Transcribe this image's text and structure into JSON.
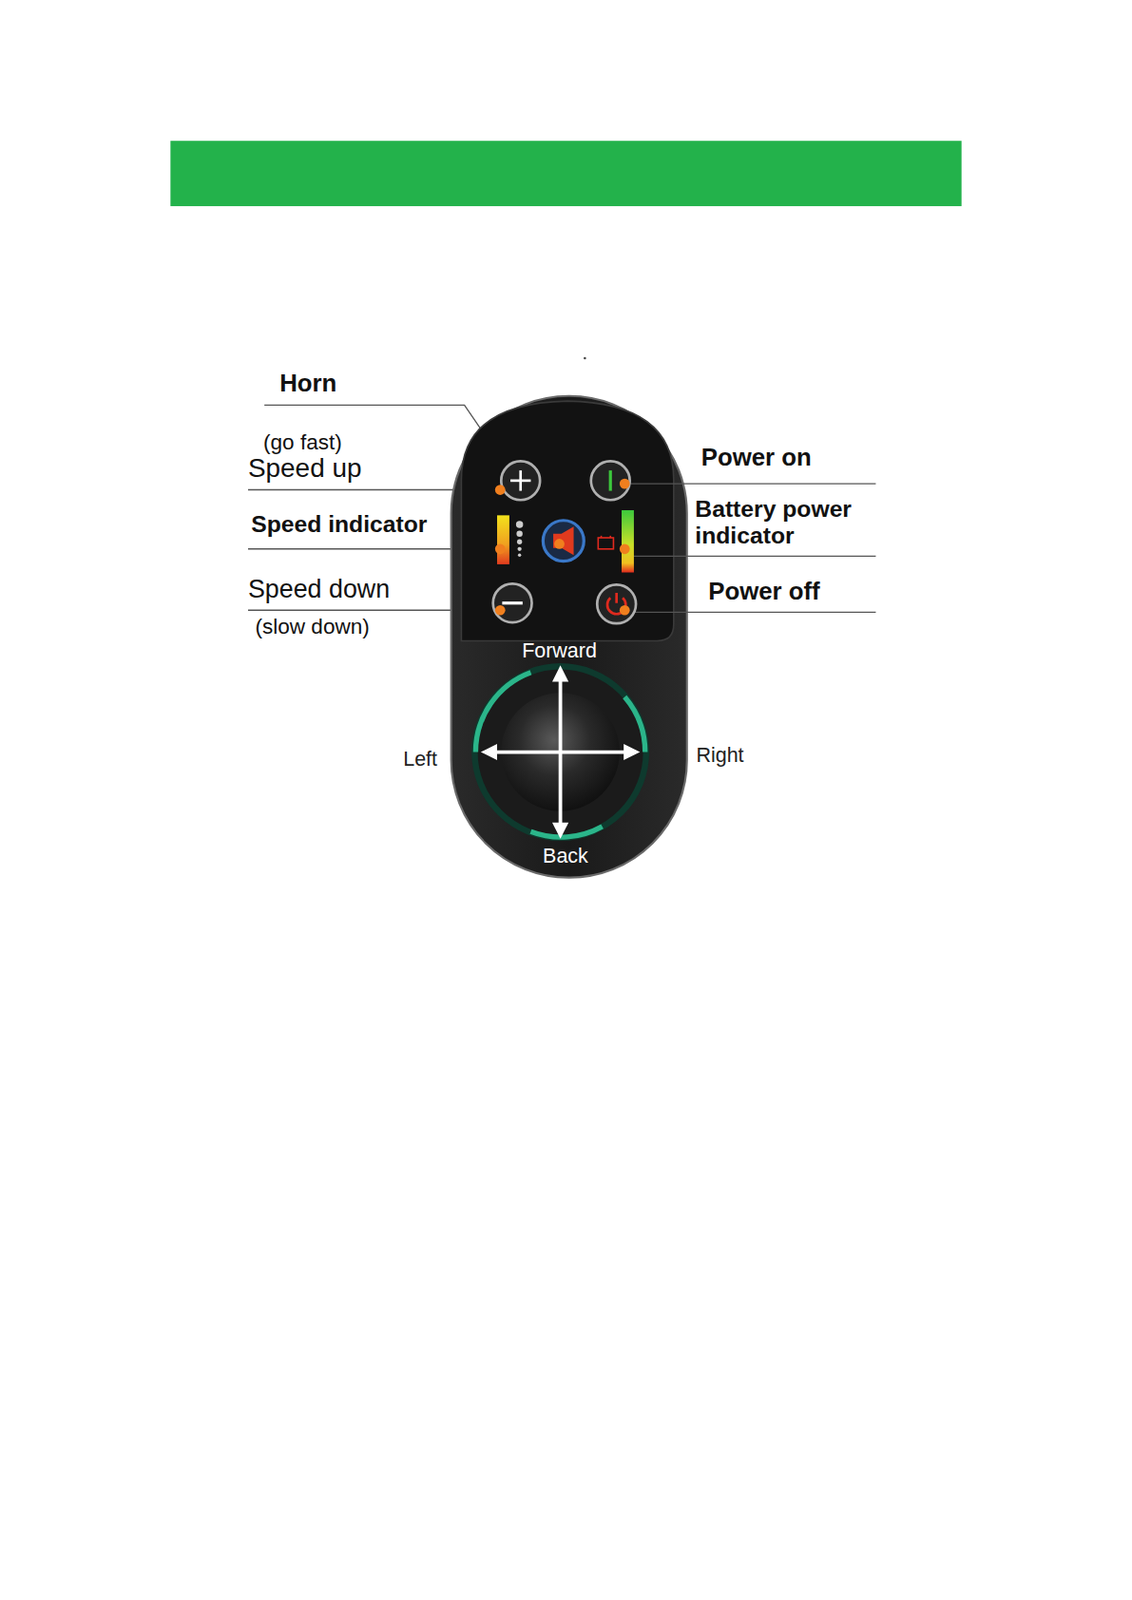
{
  "diagram": {
    "labels": [
      "Horn",
      "(go fast)",
      "Speed up",
      "Speed indicator",
      "Speed down",
      "(slow down)",
      "Power on",
      "Battery power indicator",
      "Power off",
      "Forward",
      "Left",
      "Right",
      "Back"
    ]
  }
}
